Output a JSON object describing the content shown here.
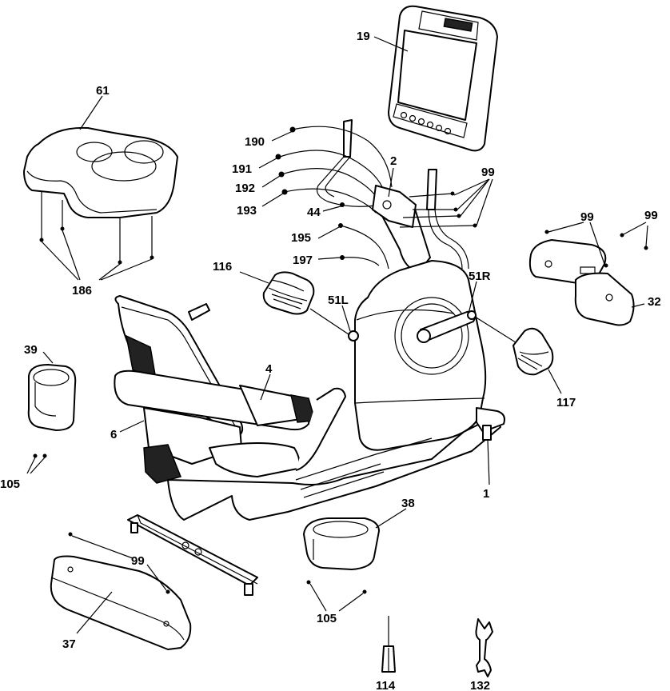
{
  "labels": {
    "l19": "19",
    "l61": "61",
    "l190": "190",
    "l191": "191",
    "l192": "192",
    "l193": "193",
    "l2": "2",
    "l99a": "99",
    "l44": "44",
    "l195": "195",
    "l197": "197",
    "l186": "186",
    "l116": "116",
    "l51L": "51L",
    "l51R": "51R",
    "l99b": "99",
    "l99c": "99",
    "l32": "32",
    "l39": "39",
    "l4": "4",
    "l117": "117",
    "l6": "6",
    "l105a": "105",
    "l1": "1",
    "l38": "38",
    "l99d": "99",
    "l105b": "105",
    "l37": "37",
    "l114": "114",
    "l132": "132"
  }
}
